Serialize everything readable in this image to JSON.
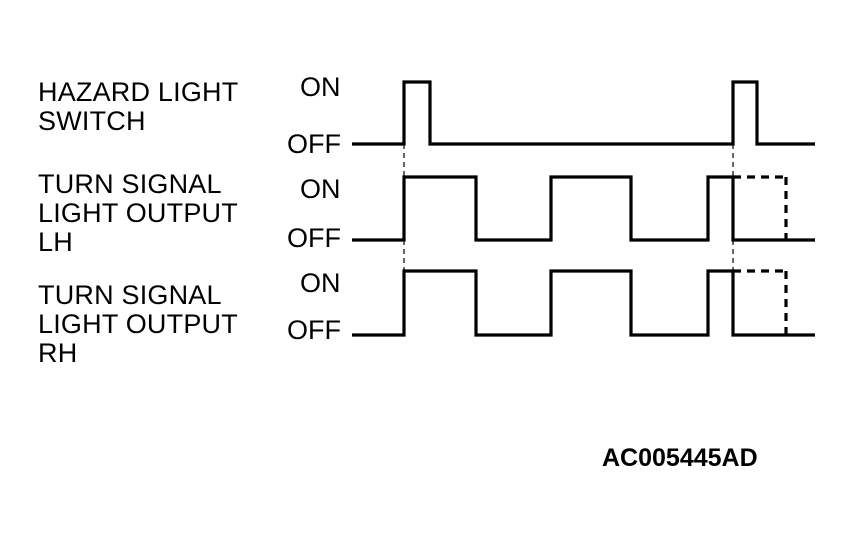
{
  "signals": [
    {
      "label_lines": [
        "HAZARD LIGHT",
        "SWITCH"
      ],
      "on_label": "ON",
      "off_label": "OFF"
    },
    {
      "label_lines": [
        "TURN SIGNAL",
        "LIGHT OUTPUT",
        "LH"
      ],
      "on_label": "ON",
      "off_label": "OFF"
    },
    {
      "label_lines": [
        "TURN SIGNAL",
        "LIGHT OUTPUT",
        "RH"
      ],
      "on_label": "ON",
      "off_label": "OFF"
    }
  ],
  "figure_code": "AC005445AD"
}
